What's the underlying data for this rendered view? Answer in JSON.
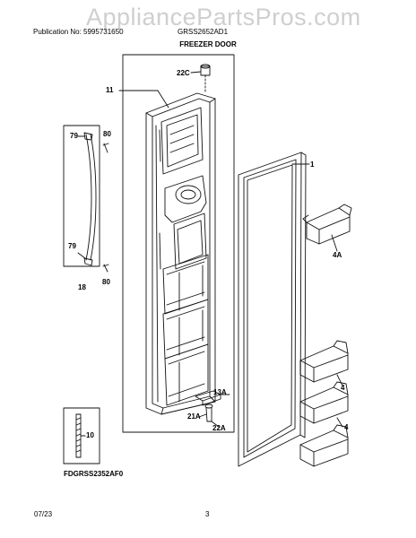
{
  "header": {
    "publication": "Publication No: 5995731650",
    "model": "GRSS2652AD1",
    "watermark": "AppliancePartsPros.com"
  },
  "title": "FREEZER DOOR",
  "callouts": {
    "c22C": "22C",
    "c11": "11",
    "c80a": "80",
    "c79a": "79",
    "c79b": "79",
    "c18": "18",
    "c80b": "80",
    "c1": "1",
    "c4A": "4A",
    "c4a": "4",
    "c4b": "4",
    "c13A": "13A",
    "c21A": "21A",
    "c22A": "22A",
    "c10": "10"
  },
  "figure_code": "FDGRSS2352AF0",
  "footer": {
    "date": "07/23",
    "page": "3"
  }
}
